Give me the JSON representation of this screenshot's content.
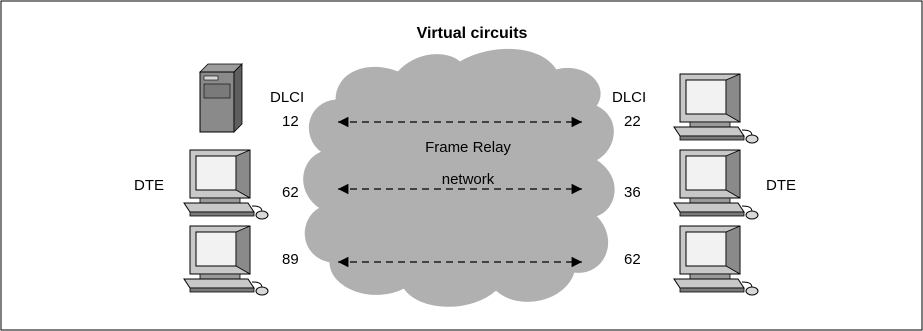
{
  "title": "Virtual circuits",
  "cloud_label": {
    "line1": "Frame Relay",
    "line2": "network"
  },
  "left": {
    "dlci_heading": "DLCI",
    "dte_label": "DTE",
    "dlci_values": [
      "12",
      "62",
      "89"
    ],
    "devices": [
      "server-icon",
      "computer-icon",
      "computer-icon"
    ]
  },
  "right": {
    "dlci_heading": "DLCI",
    "dte_label": "DTE",
    "dlci_values": [
      "22",
      "36",
      "62"
    ],
    "devices": [
      "computer-icon",
      "computer-icon",
      "computer-icon"
    ]
  },
  "colors": {
    "cloud": "#b0b0b0",
    "device_body": "#bdbdbd",
    "device_dark": "#707070",
    "screen": "#f2f2f2",
    "border": "#000000"
  }
}
